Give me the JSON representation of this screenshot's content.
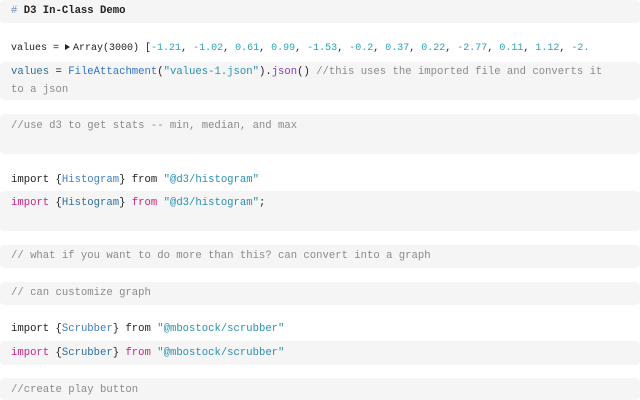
{
  "header": {
    "hash": "#",
    "title": "D3 In-Class Demo"
  },
  "values_output": {
    "name": "values",
    "eq": " = ",
    "type": "Array(3000) [",
    "items": [
      "-1.21",
      "-1.02",
      "0.61",
      "0.99",
      "-1.53",
      "-0.2",
      "0.37",
      "0.22",
      "-2.77",
      "0.11",
      "1.12",
      "-2."
    ]
  },
  "values_code": {
    "name": "values",
    "eq": " = ",
    "fn": "FileAttachment",
    "open": "(",
    "arg": "\"values-1.json\"",
    "close": ").",
    "method": "json",
    "call": "() ",
    "comment1": "//this uses the imported file and converts it",
    "comment2": "to a json"
  },
  "comment_stats": "//use d3 to get stats -- min, median, and max",
  "hist_output": {
    "kw": "import ",
    "lb": "{",
    "name": "Histogram",
    "rb": "}",
    "from": " from ",
    "src": "\"@d3/histogram\""
  },
  "hist_code": {
    "kw": "import",
    "lb": " {",
    "name": "Histogram",
    "rb": "} ",
    "from": "from",
    "src": " \"@d3/histogram\"",
    "semi": ";"
  },
  "comment_graph": "// what if you want to do more than this? can convert into a graph",
  "comment_customize": "// can customize graph",
  "scrub_output": {
    "kw": "import ",
    "lb": "{",
    "name": "Scrubber",
    "rb": "}",
    "from": " from ",
    "src": "\"@mbostock/scrubber\""
  },
  "scrub_code": {
    "kw": "import",
    "lb": " {",
    "name": "Scrubber",
    "rb": "} ",
    "from": "from",
    "src": " \"@mbostock/scrubber\""
  },
  "comment_play": "//create play button"
}
